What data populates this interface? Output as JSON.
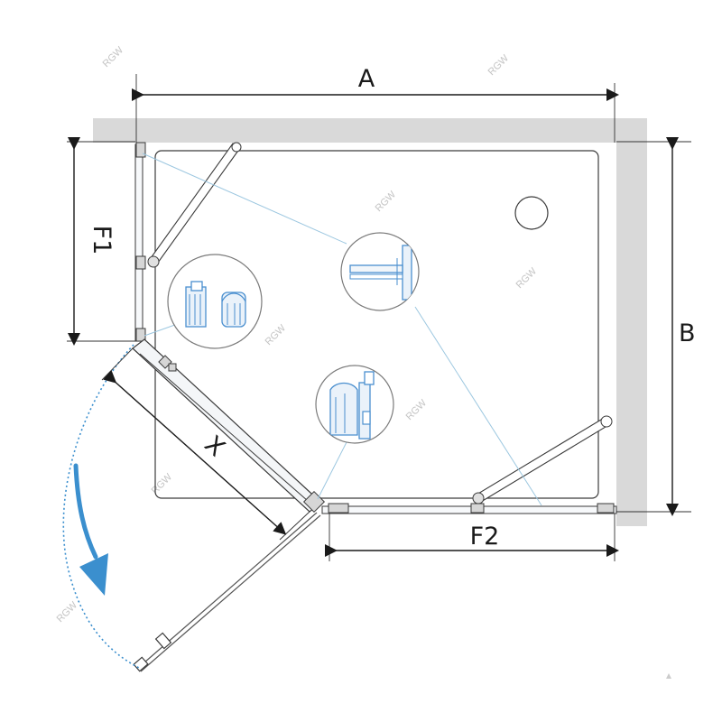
{
  "labels": {
    "width_a": "A",
    "depth_b": "B",
    "fixed_panel_f1": "F1",
    "fixed_panel_f2": "F2",
    "door_x": "X"
  },
  "watermark": "RGW",
  "colors": {
    "wall": "#d9d9d9",
    "tray_outline": "#3c3c3c",
    "leader_lines": "#9cc7e0",
    "swing_arrow": "#3b8fce",
    "swing_path": "#3b8fce",
    "profile_blue": "#4a8fcf"
  },
  "icons": {
    "swing_arrow": "curved-arrow-icon",
    "drain": "drain-icon"
  }
}
